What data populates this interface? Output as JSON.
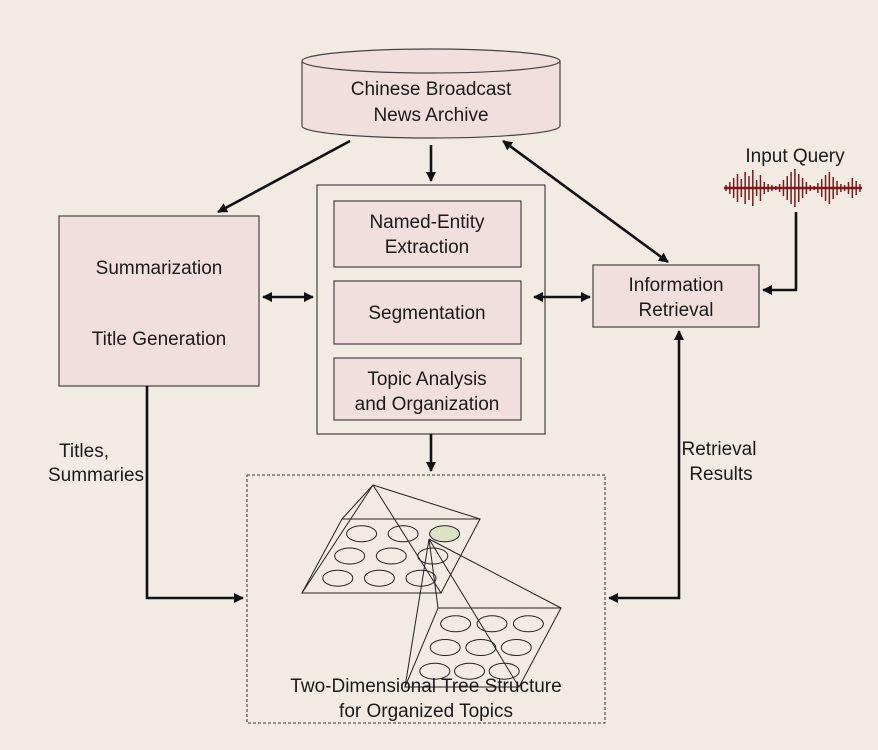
{
  "archive": {
    "line1": "Chinese Broadcast",
    "line2": "News Archive"
  },
  "summarization_box": {
    "line1": "Summarization",
    "line2": "Title Generation"
  },
  "named_entity": {
    "line1": "Named-Entity",
    "line2": "Extraction"
  },
  "segmentation": {
    "label": "Segmentation"
  },
  "topic_analysis": {
    "line1": "Topic Analysis",
    "line2": "and Organization"
  },
  "information_retrieval": {
    "line1": "Information",
    "line2": "Retrieval"
  },
  "input_query": {
    "label": "Input Query"
  },
  "titles_summaries": {
    "line1": "Titles,",
    "line2": "Summaries"
  },
  "retrieval_results": {
    "line1": "Retrieval",
    "line2": "Results"
  },
  "tree_structure": {
    "line1": "Two-Dimensional Tree Structure",
    "line2": "for Organized Topics"
  },
  "colors": {
    "box_fill": "#f1dfdd",
    "background": "#f1ebe3",
    "waveform": "#7a1a1a",
    "highlight": "#dde2c4"
  }
}
